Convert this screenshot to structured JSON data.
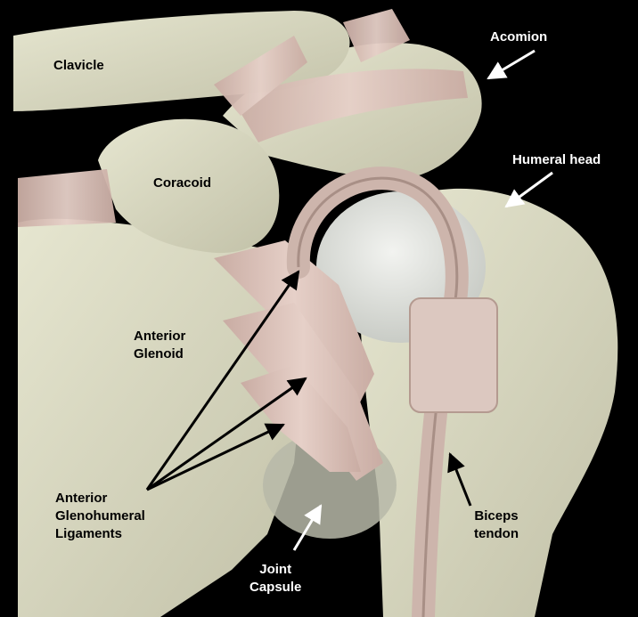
{
  "labels": {
    "clavicle": "Clavicle",
    "acomion": "Acomion",
    "humeral_head": "Humeral head",
    "coracoid": "Coracoid",
    "anterior_glenoid": [
      "Anterior",
      "Glenoid"
    ],
    "anterior_glenohumeral_ligaments": [
      "Anterior",
      "Glenohumeral",
      "Ligaments"
    ],
    "joint_capsule": [
      "Joint",
      "Capsule"
    ],
    "biceps_tendon": [
      "Biceps",
      "tendon"
    ]
  },
  "colors": {
    "background": "#000000",
    "bone": "#dcdcc4",
    "bone_shadow": "#b9b8a0",
    "ligament": "#d9bfb6",
    "ligament_shadow": "#b49a90",
    "cartilage": "#e4e6e2",
    "white_arrow": "#ffffff",
    "black_arrow": "#000000"
  }
}
